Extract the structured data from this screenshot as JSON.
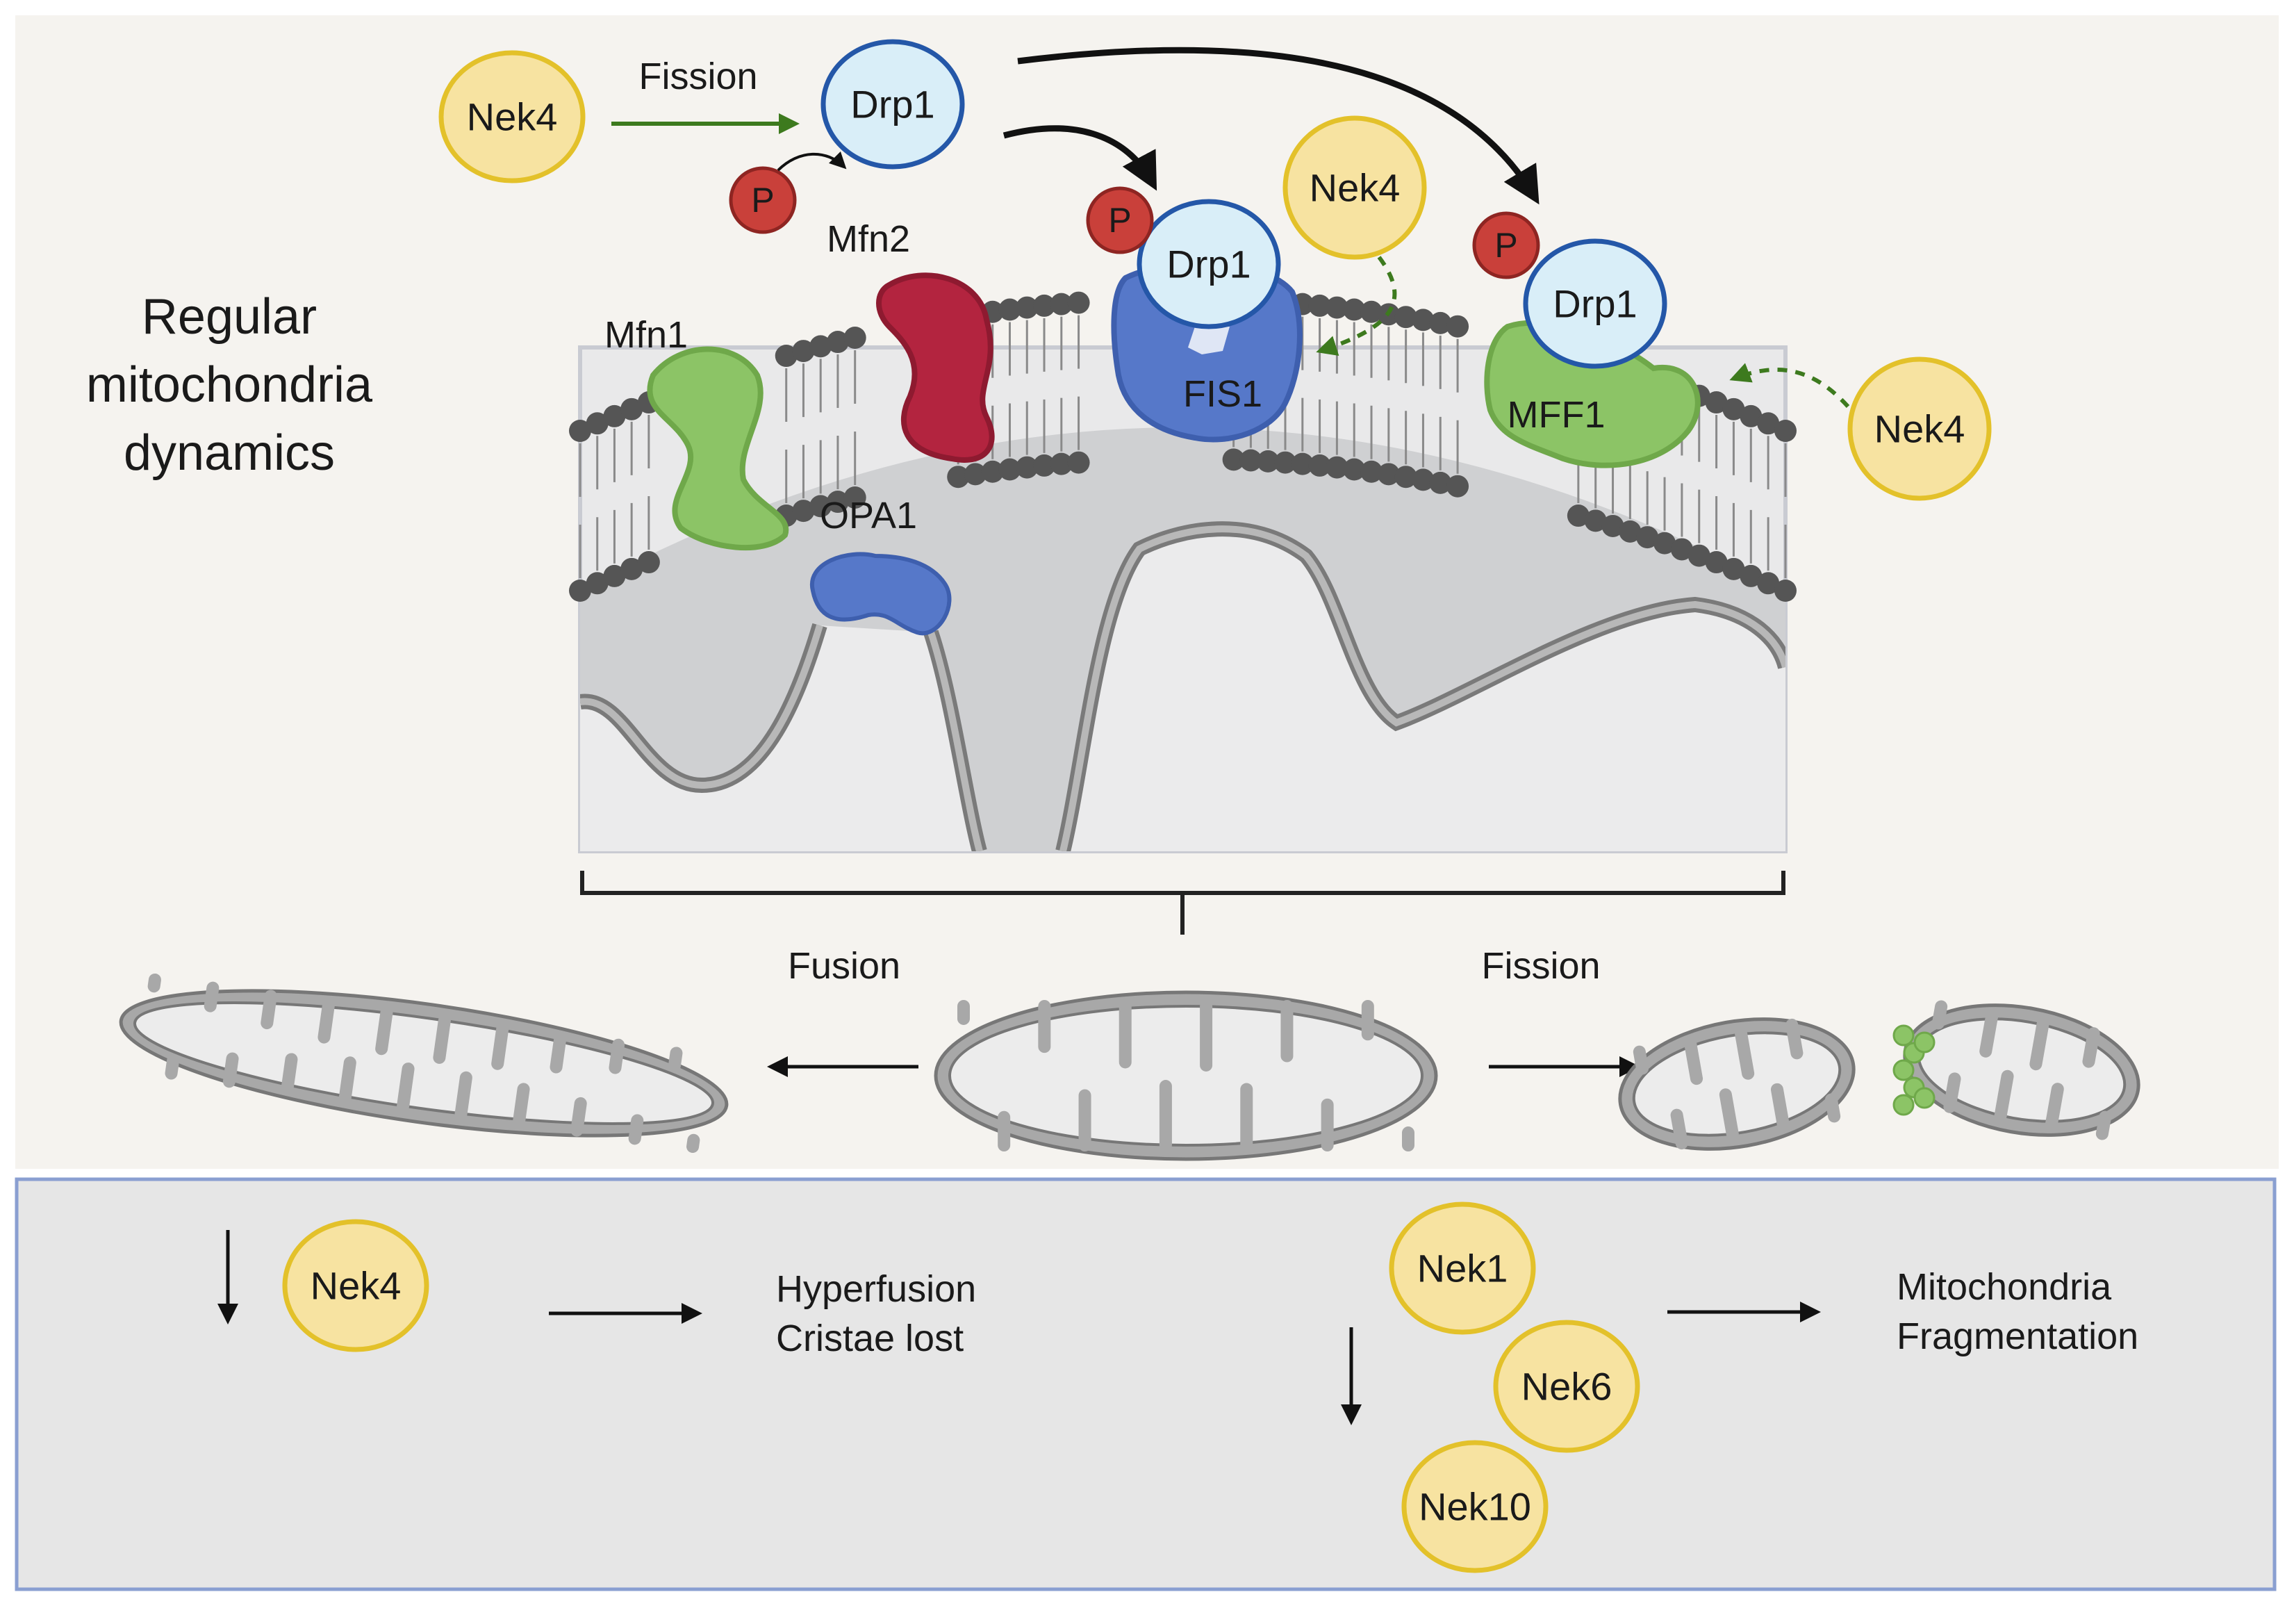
{
  "colors": {
    "background": "#f5f3ef",
    "panel": "#e6e6e6",
    "panel_border": "#8a9fd1",
    "nek_fill": "#f7e3a1",
    "nek_stroke": "#e3c12a",
    "drp_fill": "#d9eef8",
    "drp_stroke": "#2457a8",
    "p_fill": "#c9403a",
    "mfn1": "#8cc466",
    "mfn2": "#b3243f",
    "opa1": "#5678c9",
    "fis1": "#5678c9",
    "mff1": "#8cc466",
    "membrane_head": "#555555",
    "matrix": "#cfd0d2",
    "mito_outer": "#9a9a9a",
    "arrow_green": "#3d7a1e"
  },
  "title": {
    "line1": "Regular",
    "line2": "mitochondria",
    "line3": "dynamics"
  },
  "top": {
    "nek4": "Nek4",
    "fission": "Fission",
    "drp1": "Drp1",
    "p": "P"
  },
  "membrane": {
    "mfn1": "Mfn1",
    "mfn2": "Mfn2",
    "opa1": "OPA1",
    "fis1": "FIS1",
    "mff1": "MFF1",
    "drp1_a": "Drp1",
    "drp1_b": "Drp1",
    "p_a": "P",
    "p_b": "P",
    "nek4_mid": "Nek4",
    "nek4_right": "Nek4"
  },
  "dynamics": {
    "fusion": "Fusion",
    "fission": "Fission"
  },
  "bottom": {
    "nek4": "Nek4",
    "hyper_line1": "Hyperfusion",
    "hyper_line2": "Cristae lost",
    "nek1": "Nek1",
    "nek6": "Nek6",
    "nek10": "Nek10",
    "frag_line1": "Mitochondria",
    "frag_line2": "Fragmentation"
  }
}
